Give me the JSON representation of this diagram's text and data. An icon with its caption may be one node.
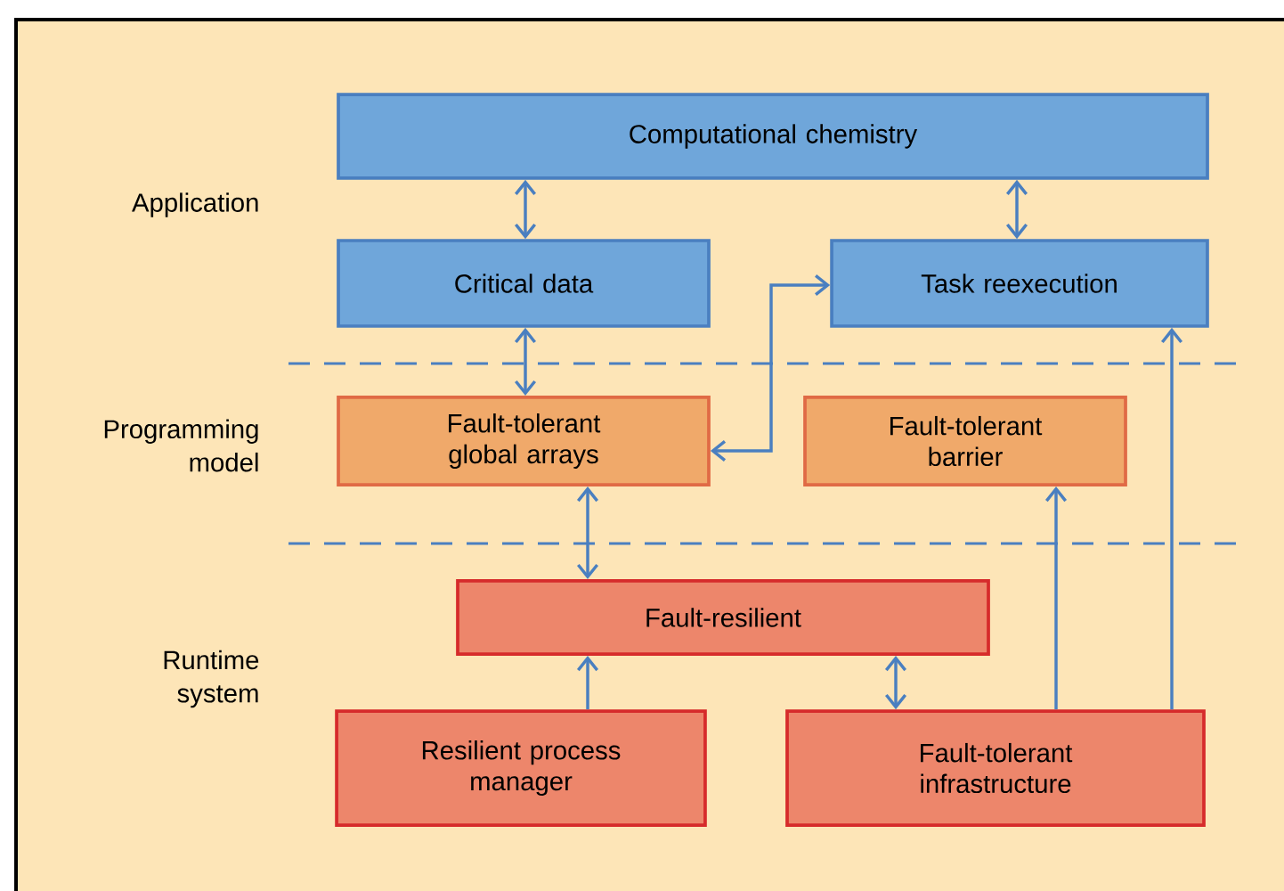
{
  "diagram": {
    "nodes": [
      {
        "text": [
          "Computational chemistry"
        ]
      },
      {
        "text": [
          "Critical data"
        ]
      },
      {
        "text": [
          "Task reexecution"
        ]
      },
      {
        "text": [
          "Fault-tolerant global arrays"
        ]
      },
      {
        "text": [
          "Fault-tolerant barrier"
        ]
      },
      {
        "text": [
          "Fault-resilient"
        ]
      },
      {
        "text": [
          "Resilient process manager"
        ]
      },
      {
        "text": [
          "Fault-tolerant infrastructure"
        ]
      }
    ],
    "edges": [
      {
        "from": 0,
        "to": 1,
        "arrow": "both"
      },
      {
        "from": 0,
        "to": 2,
        "arrow": "both"
      },
      {
        "from": 1,
        "to": 3,
        "arrow": "both"
      },
      {
        "from": 3,
        "to": 2,
        "arrow": "both"
      },
      {
        "from": 3,
        "to": 5,
        "arrow": "both"
      },
      {
        "from": 6,
        "to": 5,
        "arrow": "to"
      },
      {
        "from": 5,
        "to": 7,
        "arrow": "both"
      },
      {
        "from": 7,
        "to": 4,
        "arrow": "to"
      },
      {
        "from": 7,
        "to": 2,
        "arrow": "to"
      }
    ],
    "labels": [
      "Application",
      "Programming model",
      "Runtime system"
    ]
  }
}
